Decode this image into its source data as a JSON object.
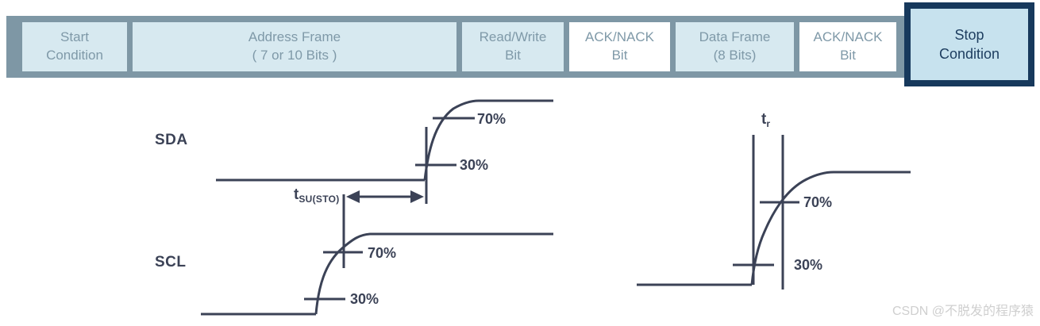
{
  "frame_bar": {
    "cells": [
      {
        "line1": "Start",
        "line2": "Condition"
      },
      {
        "line1": "Address Frame",
        "line2": "( 7 or 10 Bits )"
      },
      {
        "line1": "Read/Write",
        "line2": "Bit"
      },
      {
        "line1": "ACK/NACK",
        "line2": "Bit"
      },
      {
        "line1": "Data Frame",
        "line2": "(8 Bits)"
      },
      {
        "line1": "ACK/NACK",
        "line2": "Bit"
      }
    ],
    "stop": {
      "line1": "Stop",
      "line2": "Condition"
    }
  },
  "timing": {
    "sda_label": "SDA",
    "scl_label": "SCL",
    "sda_70": "70%",
    "sda_30": "30%",
    "scl_70": "70%",
    "scl_30": "30%",
    "tsu_symbol": "t",
    "tsu_sub": "SU(STO)",
    "tr_symbol": "t",
    "tr_sub": "r",
    "right_70": "70%",
    "right_30": "30%"
  },
  "watermark": "CSDN @不脱发的程序猿",
  "colors": {
    "bar_slate": "#7E97A5",
    "cell_light_blue": "#D7E9F0",
    "cell_white": "#FFFFFF",
    "bar_text": "#7F99A8",
    "stop_border": "#17395C",
    "stop_fill": "#C7E2EE",
    "stop_text": "#1E3E60",
    "waveform_line": "#3B4256",
    "watermark_gray": "#CFCFCF"
  }
}
